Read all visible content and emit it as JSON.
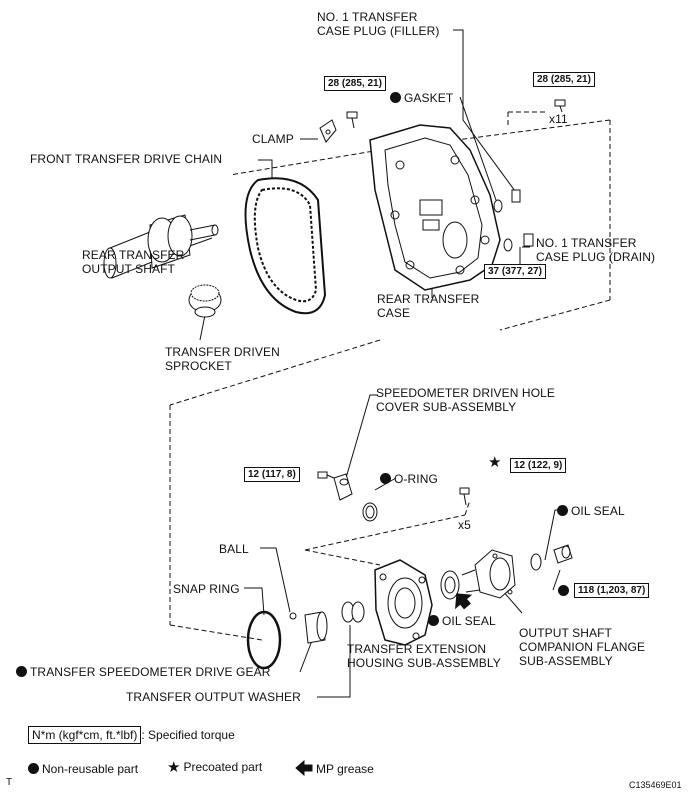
{
  "labels": {
    "filler_plug": [
      "NO. 1 TRANSFER",
      "CASE PLUG (FILLER)"
    ],
    "gasket": "GASKET",
    "clamp": "CLAMP",
    "front_chain": "FRONT TRANSFER DRIVE CHAIN",
    "rear_shaft": [
      "REAR TRANSFER",
      "OUTPUT SHAFT"
    ],
    "driven_sprocket": [
      "TRANSFER DRIVEN",
      "SPROCKET"
    ],
    "rear_case": [
      "REAR TRANSFER",
      "CASE"
    ],
    "drain_plug": [
      "NO. 1 TRANSFER",
      "CASE PLUG (DRAIN)"
    ],
    "speedo_cover": [
      "SPEEDOMETER DRIVEN HOLE",
      "COVER SUB-ASSEMBLY"
    ],
    "o_ring": "O-RING",
    "oil_seal_top": "OIL SEAL",
    "ball": "BALL",
    "snap_ring": "SNAP RING",
    "speedo_gear": "TRANSFER SPEEDOMETER DRIVE GEAR",
    "output_washer": "TRANSFER OUTPUT WASHER",
    "extension_housing": [
      "TRANSFER EXTENSION",
      "HOUSING SUB-ASSEMBLY"
    ],
    "oil_seal_mid": "OIL SEAL",
    "companion_flange": [
      "OUTPUT SHAFT",
      "COMPANION FLANGE",
      "SUB-ASSEMBLY"
    ],
    "x11": "x11",
    "x5": "x5"
  },
  "torques": {
    "t1": "28 (285, 21)",
    "t2": "28 (285, 21)",
    "t3": "37 (377, 27)",
    "t4": "12 (117, 8)",
    "t5": "12 (122, 9)",
    "t6": "118 (1,203, 87)"
  },
  "legend": {
    "torque_box": "N*m (kgf*cm, ft.*lbf)",
    "torque_text": ": Specified torque",
    "nonreusable": "Non-reusable part",
    "precoated": "Precoated part",
    "mp_grease": "MP grease"
  },
  "corner": {
    "left": "T",
    "code": "C135469E01"
  },
  "colors": {
    "ink": "#111111",
    "paper": "#ffffff"
  }
}
